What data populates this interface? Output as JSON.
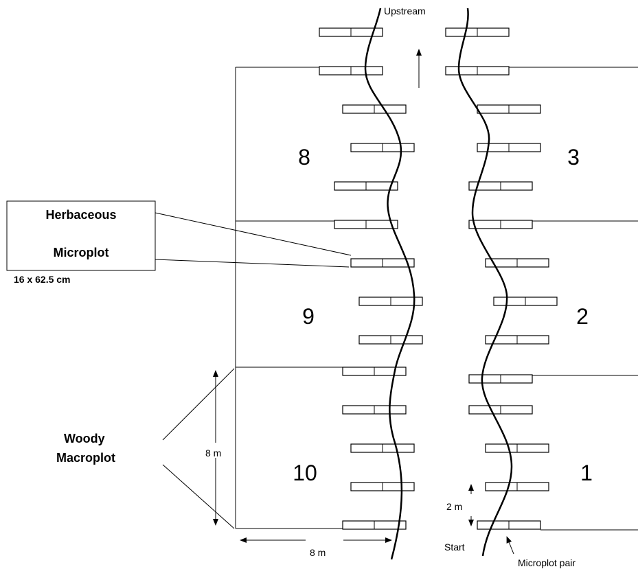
{
  "labels": {
    "upstream": "Upstream",
    "start": "Start",
    "microplot_pair": "Microplot pair",
    "two_m": "2 m",
    "eight_m_vertical": "8 m",
    "eight_m_horizontal": "8 m",
    "herbaceous_line1": "Herbaceous",
    "herbaceous_line2": "Microplot",
    "herbaceous_size": "16 x 62.5 cm",
    "woody_line1": "Woody",
    "woody_line2": "Macroplot"
  },
  "plot_numbers": {
    "left": [
      "8",
      "9",
      "10"
    ],
    "right": [
      "3",
      "2",
      "1"
    ]
  },
  "icons": {
    "upstream_arrow": "up-arrow-icon",
    "dimension_arrows": "double-arrow-icon"
  }
}
